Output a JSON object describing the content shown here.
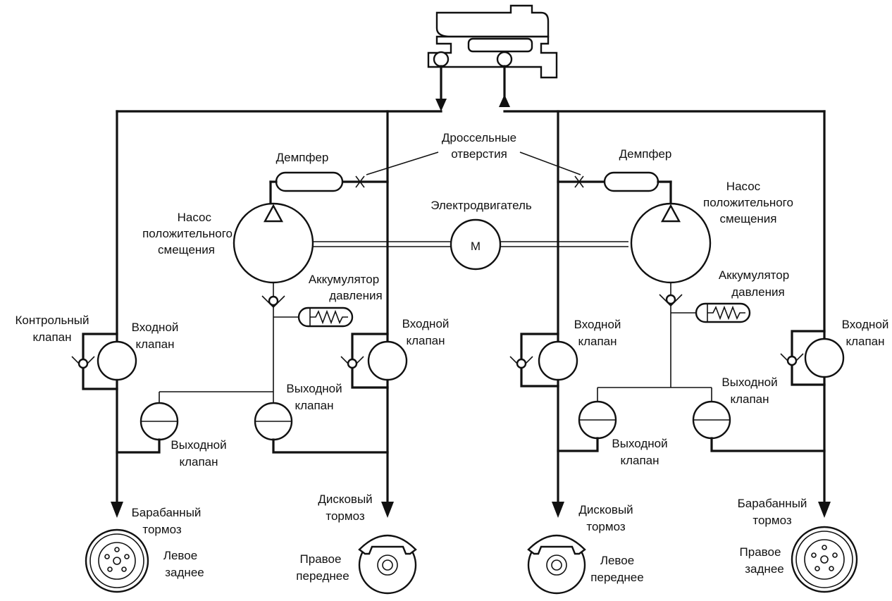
{
  "labels": {
    "throttle": [
      "Дроссельные",
      "отверстия"
    ],
    "damper_left": "Демпфер",
    "damper_right": "Демпфер",
    "motor": "Электродвигатель",
    "motor_letter": "M",
    "pump_left": [
      "Насос",
      "положительного",
      "смещения"
    ],
    "pump_right": [
      "Насос",
      "положительного",
      "смещения"
    ],
    "accumulator_left": [
      "Аккумулятор",
      "давления"
    ],
    "accumulator_right": [
      "Аккумулятор",
      "давления"
    ],
    "check_valve": [
      "Контрольный",
      "клапан"
    ],
    "inlet_left_outer": [
      "Входной",
      "клапан"
    ],
    "inlet_left_inner": [
      "Входной",
      "клапан"
    ],
    "inlet_right_inner": [
      "Входной",
      "клапан"
    ],
    "inlet_right_outer": [
      "Входной",
      "клапан"
    ],
    "outlet_left_inner": [
      "Выходной",
      "клапан"
    ],
    "outlet_left_outer": [
      "Выходной",
      "клапан"
    ],
    "outlet_right_outer": [
      "Выходной",
      "клапан"
    ],
    "outlet_right_inner": [
      "Выходной",
      "клапан"
    ],
    "drum_left": [
      "Барабанный",
      "тормоз"
    ],
    "drum_right": [
      "Барабанный",
      "тормоз"
    ],
    "disc_left": [
      "Дисковый",
      "тормоз"
    ],
    "disc_right": [
      "Дисковый",
      "тормоз"
    ],
    "wheel_rear_left": [
      "Левое",
      "заднее"
    ],
    "wheel_front_right": [
      "Правое",
      "переднее"
    ],
    "wheel_front_left": [
      "Левое",
      "переднее"
    ],
    "wheel_rear_right": [
      "Правое",
      "заднее"
    ]
  }
}
